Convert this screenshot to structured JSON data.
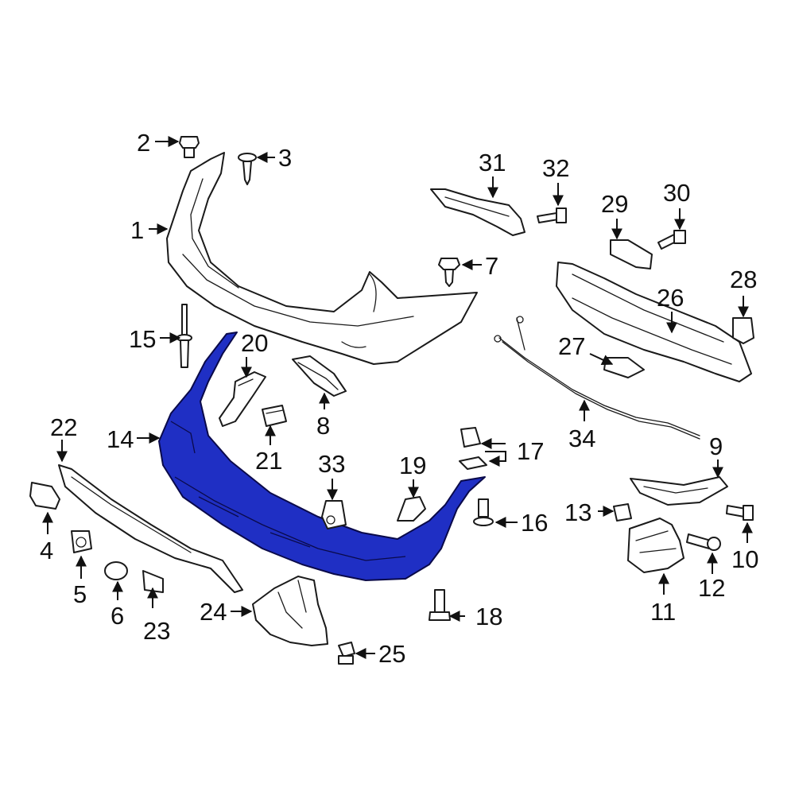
{
  "diagram": {
    "highlight_color": "#1f2fc4",
    "callouts": [
      "1",
      "2",
      "3",
      "4",
      "5",
      "6",
      "7",
      "8",
      "9",
      "10",
      "11",
      "12",
      "13",
      "14",
      "15",
      "16",
      "17",
      "18",
      "19",
      "20",
      "21",
      "22",
      "23",
      "24",
      "25",
      "26",
      "27",
      "28",
      "29",
      "30",
      "31",
      "32",
      "33",
      "34"
    ]
  }
}
